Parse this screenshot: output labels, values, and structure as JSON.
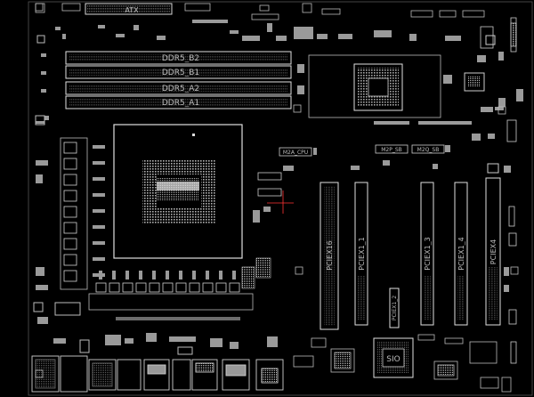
{
  "board": {
    "colors": {
      "background": "#000000",
      "outline": "#d8d8d8",
      "detail": "#9a9a9a",
      "accent": "#ff3333"
    }
  },
  "labels": {
    "atx": "ATX",
    "ddr5_b2": "DDR5_B2",
    "ddr5_b1": "DDR5_B1",
    "ddr5_a2": "DDR5_A2",
    "ddr5_a1": "DDR5_A1",
    "m2a_cpu": "M2A_CPU",
    "m2p_sb": "M2P_SB",
    "m2q_sb": "M2Q_SB",
    "pciex16": "PCIEX16",
    "pciex1_1": "PCIEX1_1",
    "pciex1_2": "PCIEX1_2",
    "pciex1_3": "PCIEX1_3",
    "pciex1_4": "PCIEX1_4",
    "pciex4": "PCIEX4",
    "sio": "SIO"
  }
}
